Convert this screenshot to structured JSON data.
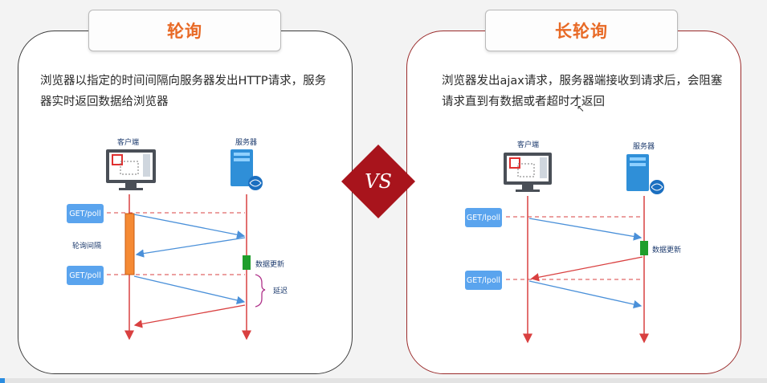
{
  "left": {
    "title": "轮询",
    "description": "浏览器以指定的时间间隔向服务器发出HTTP请求，服务器实时返回数据给浏览器",
    "client_label": "客户端",
    "server_label": "服务器",
    "request1": "GET/poll",
    "request2": "GET/poll",
    "interval_label": "轮询间隔",
    "update_label": "数据更新",
    "delay_label": "延迟"
  },
  "right": {
    "title": "长轮询",
    "description": "浏览器发出ajax请求，服务器端接收到请求后，会阻塞请求直到有数据或者超时才返回",
    "client_label": "客户端",
    "server_label": "服务器",
    "request1": "GET/lpoll",
    "request2": "GET/lpoll",
    "update_label": "数据更新"
  },
  "vs_label": "VS",
  "colors": {
    "title": "#e86a26",
    "vs_fill": "#a8141c",
    "request_pill": "#5aa4ee",
    "request_arrow": "#4a90d9",
    "response_arrow": "#d94040",
    "timeline": "#d94040",
    "interval_bar": "#f58a34",
    "update_block": "#1f9e2c",
    "brace": "#b0338a"
  }
}
